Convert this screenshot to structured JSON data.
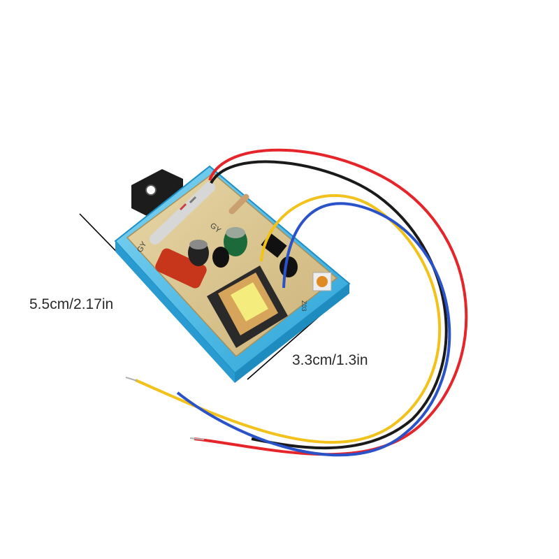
{
  "dimensions": {
    "length": "5.5cm/2.17in",
    "width": "3.3cm/1.3in"
  },
  "board_markings": {
    "silk_top": "GY",
    "silk_left": "GY",
    "silk_right": "Z03"
  },
  "colors": {
    "base": "#3bb6e6",
    "pcb": "#d9c48e",
    "wire_red": "#e5252a",
    "wire_black": "#1a1a1a",
    "wire_yellow": "#f2c21a",
    "wire_blue": "#2a52c9"
  }
}
